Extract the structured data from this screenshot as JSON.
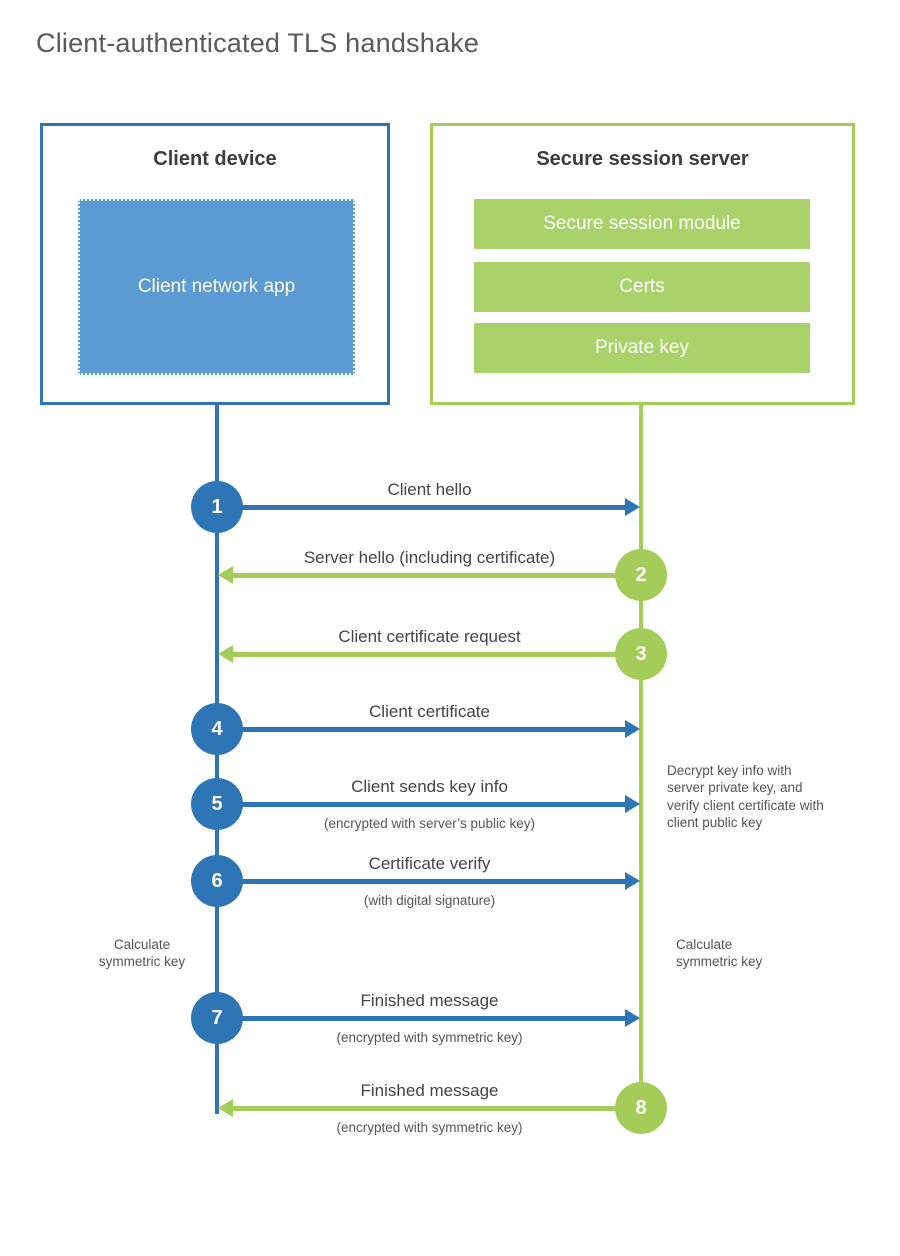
{
  "title": "Client-authenticated TLS handshake",
  "colors": {
    "blue": "#2e75b6",
    "blue_fill": "#5b9ad2",
    "green": "#a3cd58",
    "green_fill": "#a9d36a"
  },
  "client_box": {
    "title": "Client device",
    "app_label": "Client network app"
  },
  "server_box": {
    "title": "Secure session server",
    "modules": [
      "Secure session module",
      "Certs",
      "Private key"
    ]
  },
  "steps": [
    {
      "num": "1",
      "label": "Client hello",
      "direction": "right",
      "color": "blue"
    },
    {
      "num": "2",
      "label": "Server hello (including certificate)",
      "direction": "left",
      "color": "green"
    },
    {
      "num": "3",
      "label": "Client certificate request",
      "direction": "left",
      "color": "green"
    },
    {
      "num": "4",
      "label": "Client certificate",
      "direction": "right",
      "color": "blue"
    },
    {
      "num": "5",
      "label": "Client sends key info",
      "sub": "(encrypted with server’s public key)",
      "direction": "right",
      "color": "blue"
    },
    {
      "num": "6",
      "label": "Certificate verify",
      "sub": "(with digital signature)",
      "direction": "right",
      "color": "blue"
    },
    {
      "num": "7",
      "label": "Finished message",
      "sub": "(encrypted with symmetric key)",
      "direction": "right",
      "color": "blue"
    },
    {
      "num": "8",
      "label": "Finished message",
      "sub": "(encrypted with symmetric key)",
      "direction": "left",
      "color": "green"
    }
  ],
  "annotations": {
    "decrypt_note": "Decrypt key info with server private key, and verify client certificate with client public key",
    "calc_left": "Calculate symmetric key",
    "calc_right": "Calculate symmetric key"
  }
}
